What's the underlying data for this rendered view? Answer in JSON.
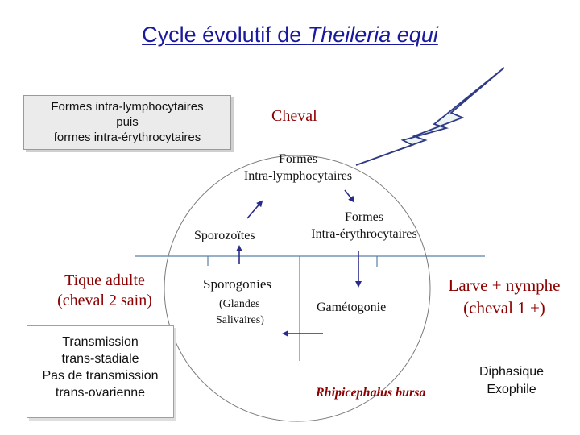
{
  "title": {
    "prefix": "Cycle évolutif de ",
    "species": "Theileria equi"
  },
  "info_box": {
    "line1": "Formes intra-lymphocytaires",
    "line2": "puis",
    "line3": "formes intra-érythrocytaires"
  },
  "horse": {
    "label": "Cheval"
  },
  "lymphocytic": {
    "line1": "Formes",
    "line2": "Intra-lymphocytaires"
  },
  "sporozoites": {
    "label": "Sporozoïtes"
  },
  "erythrocytic": {
    "line1": "Formes",
    "line2": "Intra-érythrocytaires"
  },
  "adult_tick": {
    "line1": "Tique adulte",
    "line2": "(cheval 2 sain)"
  },
  "sporogony": {
    "title": "Sporogonies",
    "line1": "(Glandes",
    "line2": "Salivaires)"
  },
  "gametogony": {
    "label": "Gamétogonie"
  },
  "larva_nymph": {
    "line1": "Larve + nymphe",
    "line2": "(cheval 1 +)"
  },
  "transmission": {
    "line1": "Transmission",
    "line2": "trans-stadiale",
    "line3": "Pas de transmission",
    "line4": "trans-ovarienne"
  },
  "tick_species": {
    "label": "Rhipicephalus bursa"
  },
  "life_cycle": {
    "line1": "Diphasique",
    "line2": "Exophile"
  },
  "colors": {
    "title": "#1a1aa0",
    "tick_text": "#8b0000",
    "arrows": "#2a2a8a",
    "lines": "#5a7fa8",
    "bolt_fill": "#eef4f4",
    "bolt_stroke": "#2e3a86"
  }
}
